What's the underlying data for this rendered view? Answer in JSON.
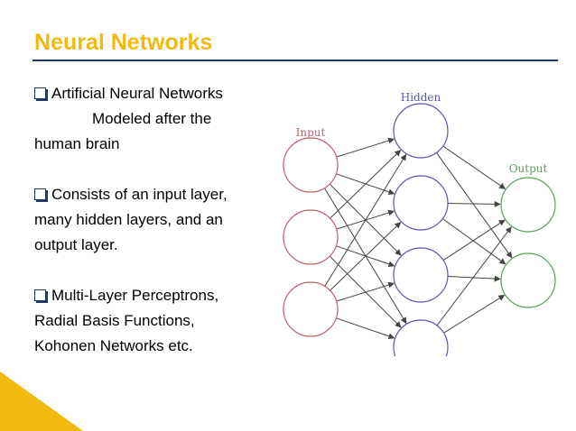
{
  "slide": {
    "title": "Neural Networks",
    "accent_color": "#f2b90f",
    "rule_color": "#1f3864"
  },
  "bullets": [
    {
      "lines": [
        "Artificial Neural Networks",
        "Modeled after the",
        "human brain"
      ]
    },
    {
      "lines": [
        "Consists of an input layer,",
        "many hidden layers, and an",
        "output layer."
      ]
    },
    {
      "lines": [
        "Multi-Layer Perceptrons,",
        "Radial Basis Functions,",
        "Kohonen  Networks etc."
      ]
    }
  ],
  "diagram": {
    "labels": {
      "input": "Input",
      "hidden": "Hidden",
      "output": "Output"
    },
    "layers": {
      "input": 3,
      "hidden": 4,
      "output": 2
    },
    "colors": {
      "input": "#c0616b",
      "hidden": "#5a58b0",
      "output": "#5aa05a",
      "edges": "#444444"
    }
  }
}
